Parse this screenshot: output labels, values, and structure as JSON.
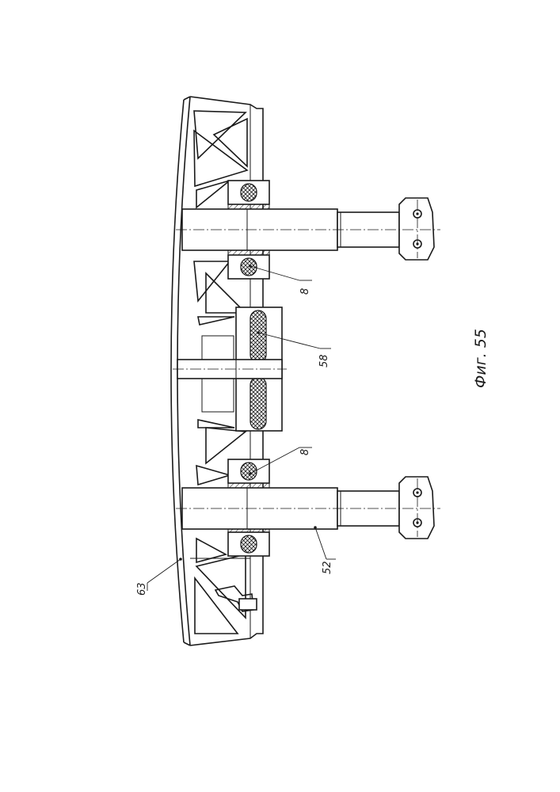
{
  "figure": {
    "caption": "Фиг. 55"
  },
  "reference_labels": {
    "ref_8_top": "8",
    "ref_8_bottom": "8",
    "ref_58": "58",
    "ref_52": "52",
    "ref_63": "63"
  }
}
